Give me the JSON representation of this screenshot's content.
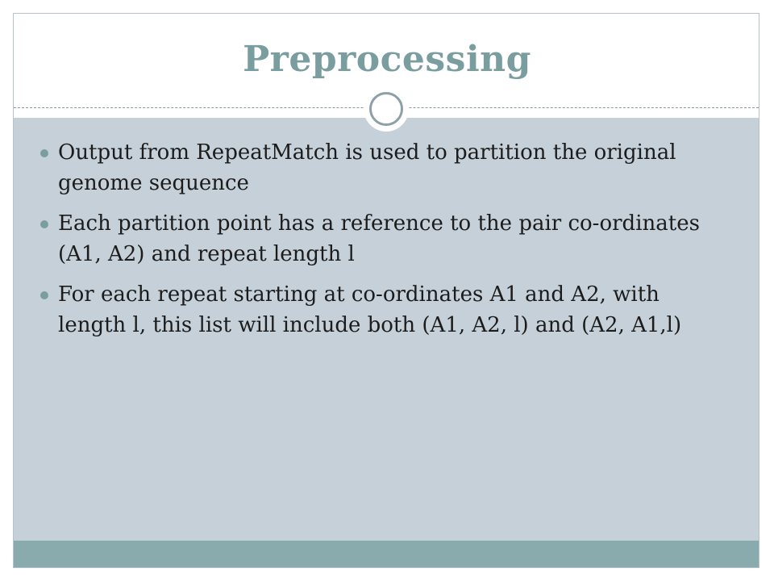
{
  "slide": {
    "title": "Preprocessing",
    "bullets": [
      "Output from RepeatMatch is used to partition the original genome sequence",
      "Each partition point has a reference to the pair co-ordinates (A1, A2) and repeat length l",
      "For each repeat starting at co-ordinates A1 and A2, with length l, this list will include both (A1, A2, l) and (A2, A1,l)"
    ]
  },
  "colors": {
    "title": "#7a9e9f",
    "content_background": "#c5d0d8",
    "bottom_bar": "#8aabad",
    "bullet": "#7a9e9f",
    "text": "#1c1c1c"
  }
}
